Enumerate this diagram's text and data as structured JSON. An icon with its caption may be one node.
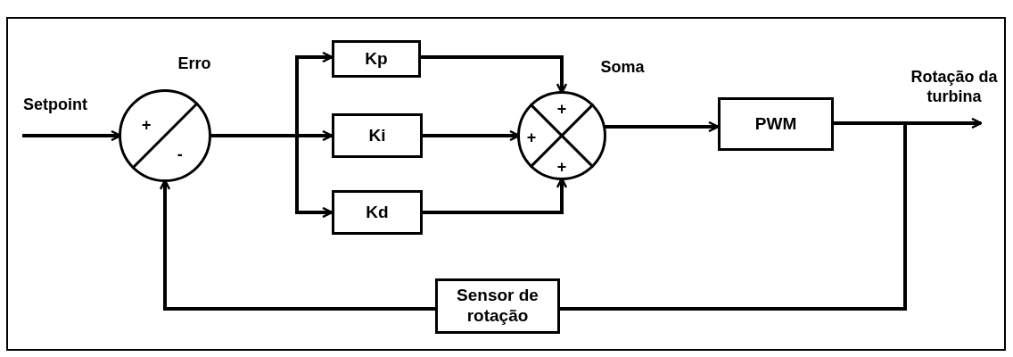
{
  "diagram": {
    "nodes": [
      {
        "text": [
          "+",
          "-"
        ],
        "beside": [
          "Erro"
        ]
      },
      {
        "text": [
          "Kp"
        ]
      },
      {
        "text": [
          "Ki"
        ]
      },
      {
        "text": [
          "Kd"
        ]
      },
      {
        "text": [
          "+",
          "+",
          "+"
        ],
        "beside": [
          "Soma"
        ]
      },
      {
        "text": [
          "PWM"
        ]
      },
      {
        "text": [
          "Sensor de rotação"
        ]
      },
      {
        "text": [
          "Rotação da turbina"
        ]
      }
    ],
    "edges": [
      {
        "from": null,
        "to": 0,
        "arrow": "to"
      },
      {
        "from": 0,
        "to": 1,
        "arrow": "to"
      },
      {
        "from": 0,
        "to": 2,
        "arrow": "to"
      },
      {
        "from": 0,
        "to": 3,
        "arrow": "to"
      },
      {
        "from": 1,
        "to": 4,
        "arrow": "to"
      },
      {
        "from": 2,
        "to": 4,
        "arrow": "to"
      },
      {
        "from": 3,
        "to": 4,
        "arrow": "to"
      },
      {
        "from": 4,
        "to": 5,
        "arrow": "to"
      },
      {
        "from": 5,
        "to": 7,
        "arrow": "to"
      },
      {
        "from": 5,
        "to": 6,
        "arrow": "none"
      },
      {
        "from": 6,
        "to": 0,
        "arrow": "to"
      }
    ],
    "labels": [
      "Setpoint"
    ]
  }
}
